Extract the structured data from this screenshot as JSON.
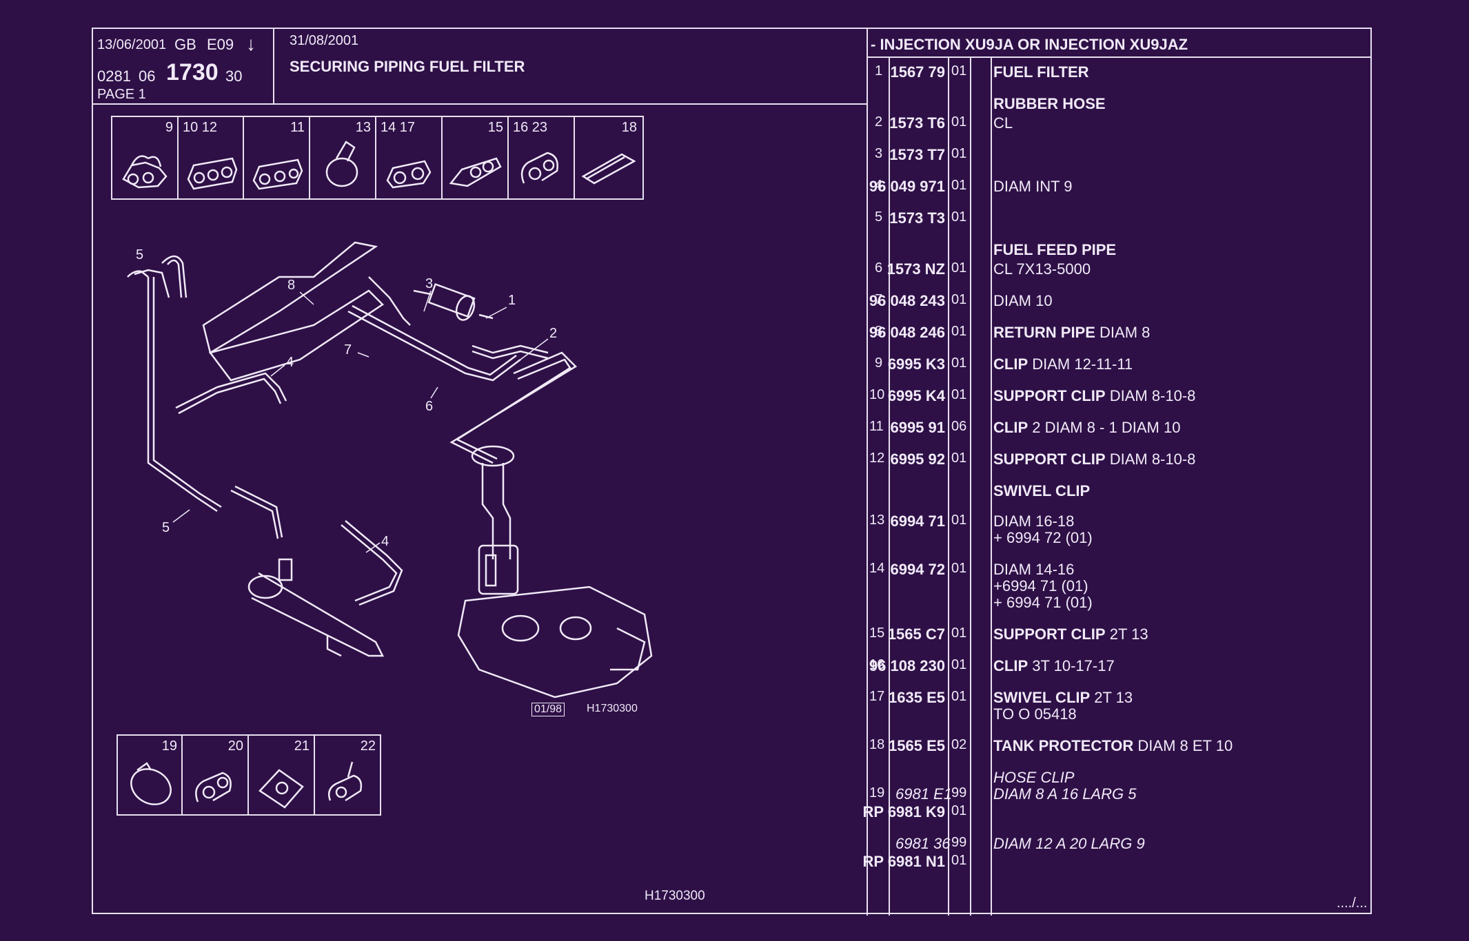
{
  "header": {
    "date1": "13/06/2001",
    "lang": "GB",
    "edition": "E09",
    "arrow": "↓",
    "code_a": "0281",
    "code_b": "06",
    "code_main": "1730",
    "code_c": "30",
    "page": "PAGE 1",
    "date2": "31/08/2001",
    "title": "SECURING PIPING FUEL FILTER",
    "right_title": "- INJECTION XU9JA OR INJECTION XU9JAZ"
  },
  "thumbnails_top": [
    {
      "nums": "9"
    },
    {
      "nums": "10    12"
    },
    {
      "nums": "11"
    },
    {
      "nums": "13"
    },
    {
      "nums": "14    17"
    },
    {
      "nums": "15"
    },
    {
      "nums": "16    23"
    },
    {
      "nums": "18"
    }
  ],
  "thumbnails_bottom": [
    {
      "nums": "19"
    },
    {
      "nums": "20"
    },
    {
      "nums": "21"
    },
    {
      "nums": "22"
    }
  ],
  "diagram": {
    "callouts": [
      "5",
      "8",
      "3",
      "1",
      "2",
      "4",
      "7",
      "6",
      "5",
      "4"
    ],
    "stamp_box": "01/98",
    "stamp_ref": "H1730300",
    "footer_ref": "H1730300"
  },
  "parts": [
    {
      "n": "1",
      "pn": "1567 79",
      "q": "01",
      "name": "FUEL FILTER",
      "desc": ""
    },
    {
      "n": "",
      "pn": "",
      "q": "",
      "name": "RUBBER HOSE",
      "desc": ""
    },
    {
      "n": "2",
      "pn": "1573 T6",
      "q": "01",
      "name": "",
      "desc": "CL"
    },
    {
      "n": "3",
      "pn": "1573 T7",
      "q": "01",
      "name": "",
      "desc": ""
    },
    {
      "n": "4",
      "pn": "96 049 971",
      "q": "01",
      "name": "",
      "desc": "DIAM INT 9"
    },
    {
      "n": "5",
      "pn": "1573 T3",
      "q": "01",
      "name": "",
      "desc": ""
    },
    {
      "n": "",
      "pn": "",
      "q": "",
      "name": "FUEL FEED PIPE",
      "desc": ""
    },
    {
      "n": "6",
      "pn": "1573 NZ",
      "q": "01",
      "name": "",
      "desc": "CL 7X13-5000"
    },
    {
      "n": "7",
      "pn": "96 048 243",
      "q": "01",
      "name": "",
      "desc": "DIAM 10"
    },
    {
      "n": "8",
      "pn": "96 048 246",
      "q": "01",
      "name": "RETURN PIPE",
      "desc": "DIAM 8"
    },
    {
      "n": "9",
      "pn": "6995 K3",
      "q": "01",
      "name": "CLIP",
      "desc": "DIAM 12-11-11"
    },
    {
      "n": "10",
      "pn": "6995 K4",
      "q": "01",
      "name": "SUPPORT CLIP",
      "desc": "DIAM 8-10-8"
    },
    {
      "n": "11",
      "pn": "6995 91",
      "q": "06",
      "name": "CLIP",
      "desc": "2 DIAM 8 - 1 DIAM 10"
    },
    {
      "n": "12",
      "pn": "6995 92",
      "q": "01",
      "name": "SUPPORT CLIP",
      "desc": "DIAM 8-10-8"
    },
    {
      "n": "",
      "pn": "",
      "q": "",
      "name": "SWIVEL CLIP",
      "desc": ""
    },
    {
      "n": "13",
      "pn": "6994 71",
      "q": "01",
      "name": "",
      "desc": "DIAM 16-18"
    },
    {
      "n": "",
      "pn": "",
      "q": "",
      "name": "",
      "desc": "+ 6994 72 (01)"
    },
    {
      "n": "14",
      "pn": "6994 72",
      "q": "01",
      "name": "",
      "desc": "DIAM 14-16"
    },
    {
      "n": "",
      "pn": "",
      "q": "",
      "name": "",
      "desc": "+6994 71 (01)"
    },
    {
      "n": "",
      "pn": "",
      "q": "",
      "name": "",
      "desc": "+ 6994 71 (01)"
    },
    {
      "n": "15",
      "pn": "1565 C7",
      "q": "01",
      "name": "SUPPORT CLIP",
      "desc": "2T 13"
    },
    {
      "n": "16",
      "pn": "96 108 230",
      "q": "01",
      "name": "CLIP",
      "desc": "3T 10-17-17"
    },
    {
      "n": "17",
      "pn": "1635 E5",
      "q": "01",
      "name": "SWIVEL CLIP",
      "desc": "2T 13"
    },
    {
      "n": "",
      "pn": "",
      "q": "",
      "name": "",
      "desc": "TO O 05418"
    },
    {
      "n": "18",
      "pn": "1565 E5",
      "q": "02",
      "name": "TANK PROTECTOR",
      "desc": "DIAM 8 ET 10"
    },
    {
      "n": "",
      "pn": "",
      "q": "",
      "name": "",
      "desc": "HOSE CLIP"
    },
    {
      "n": "19",
      "pn": "6981 E1",
      "q": "99",
      "name": "",
      "desc": "DIAM 8 A 16 LARG 5"
    },
    {
      "n": "",
      "pn": "RP  6981 K9",
      "q": "01",
      "name": "",
      "desc": ""
    },
    {
      "n": "",
      "pn": "6981 36",
      "q": "99",
      "name": "",
      "desc": "DIAM 12 A 20 LARG 9"
    },
    {
      "n": "",
      "pn": "RP  6981 N1",
      "q": "01",
      "name": "",
      "desc": ""
    }
  ],
  "continuation": "..../..."
}
